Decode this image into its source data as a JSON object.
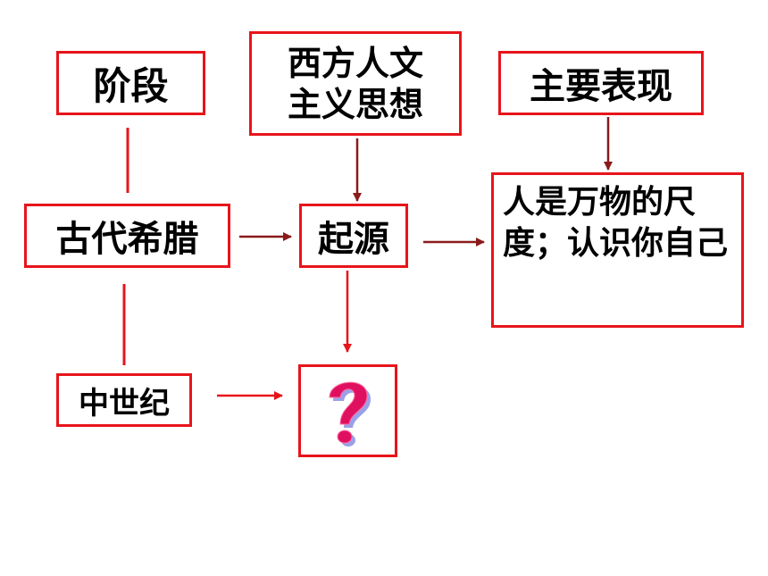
{
  "boxes": {
    "stage": "阶段",
    "western_line1": "西方人文",
    "western_line2": "主义思想",
    "main": "主要表现",
    "ancient_greece": "古代希腊",
    "origin": "起源",
    "man_measure": "人是万物的尺度；认识你自己",
    "middle_ages": "中世纪"
  },
  "colors": {
    "box_border": "#e8141b",
    "connector": "#e8141b",
    "arrow": "#8b1a1a",
    "question_fill": "#e01060",
    "question_shadow": "#9aa0e8"
  },
  "icons": {
    "question": "question-mark-icon"
  }
}
